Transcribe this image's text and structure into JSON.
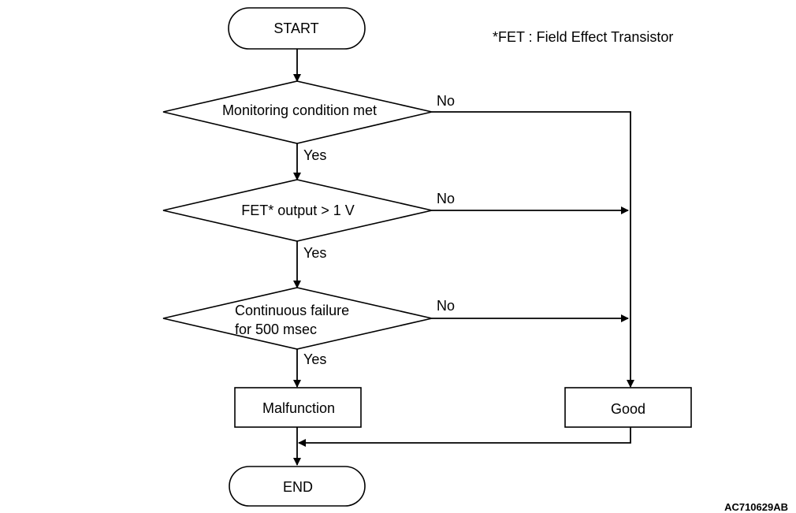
{
  "note": "*FET : Field Effect Transistor",
  "start": "START",
  "end": "END",
  "decisions": [
    {
      "lines": [
        "Monitoring condition met"
      ],
      "yes": "Yes",
      "no": "No"
    },
    {
      "lines": [
        "FET* output > 1 V"
      ],
      "yes": "Yes",
      "no": "No"
    },
    {
      "lines": [
        "Continuous failure",
        "for 500 msec"
      ],
      "yes": "Yes",
      "no": "No"
    }
  ],
  "malfunction": "Malfunction",
  "good": "Good",
  "figure_code": "AC710629AB"
}
